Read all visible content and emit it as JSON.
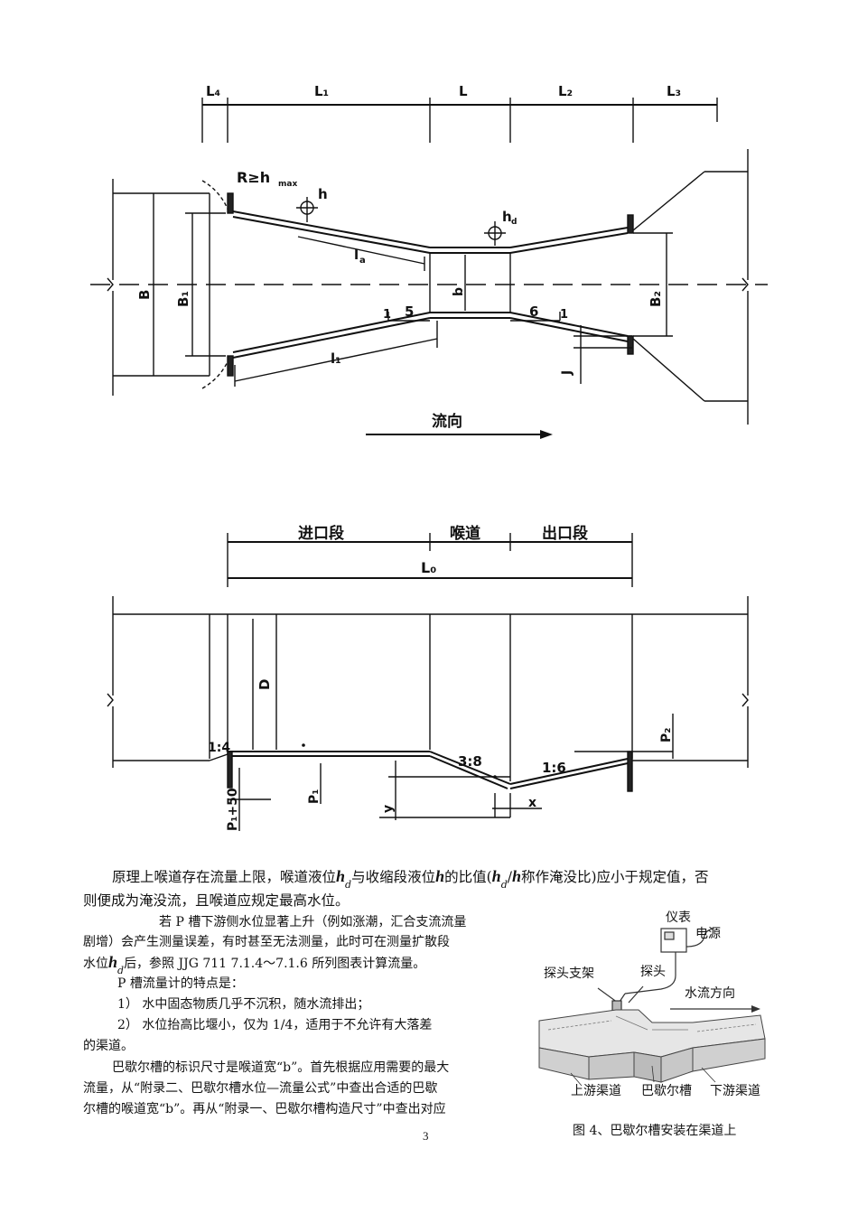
{
  "top_drawing": {
    "dims": {
      "l4": "L₄",
      "l1": "L₁",
      "l": "L",
      "l2": "L₂",
      "l3": "L₃"
    },
    "radius_label": "R≥h",
    "radius_sub": "max",
    "h_label": "h",
    "hd_label": "h",
    "hd_sub": "d",
    "la_label": "l",
    "la_sub": "a",
    "b_label": "B",
    "b1_label": "B₁",
    "b2_label": "B₂",
    "throat_label": "b",
    "slope_in_1": "1",
    "slope_in_5": "5",
    "slope_out_6": "6",
    "slope_out_1": "1",
    "l1_lower": "l₁",
    "j_label": "J",
    "flow_label": "流向"
  },
  "bottom_drawing": {
    "seg_in": "进口段",
    "seg_throat": "喉道",
    "seg_out": "出口段",
    "l0_label": "L₀",
    "d_label": "D",
    "p2_label": "P₂",
    "slope_14": "1:4",
    "slope_38": "3:8",
    "slope_16": "1:6",
    "p1_label": "P₁",
    "y_label": "y",
    "x_label": "x",
    "p150_label": "P₁+50"
  },
  "text": {
    "p1_a": "原理上喉道存在流量上限，喉道液位",
    "p1_var_h": "h",
    "p1_sub_d": "d",
    "p1_b": "与收缩段液位",
    "p1_var_h2": "h",
    "p1_c": "的比值(",
    "p1_var_h3": "h",
    "p1_sub_d2": "d",
    "p1_slash": "/",
    "p1_var_h4": "h",
    "p1_d": "称作淹没比)应小于规定值，否",
    "p1_e": "则便成为淹没流，且喉道应规定最高水位。",
    "p2_a": "若 P 槽下游侧水位显著上升（例如涨潮，汇合支流流量",
    "p2_b": "剧增）会产生测量误差，有时甚至无法测量，此时可在测量扩散段",
    "p2_c": "水位",
    "p2_var_h": "h",
    "p2_sub_d": "d",
    "p2_d": "后，参照 JJG 711 7.1.4～7.1.6 所列图表计算流量。",
    "p3": "P 槽流量计的特点是：",
    "li1": "1）  水中固态物质几乎不沉积，随水流排出；",
    "li2": "2）  水位抬高比堰小，仅为 1/4，适用于不允许有大落差",
    "li2b": "的渠道。",
    "p4_a": "巴歇尔槽的标识尺寸是喉道宽“b”。首先根据应用需要的最大",
    "p4_b": "流量，从“附录二、巴歇尔槽水位—流量公式”中查出合适的巴歇",
    "p4_c": "尔槽的喉道宽“b”。再从“附录一、巴歇尔槽构造尺寸”中查出对应"
  },
  "figure4": {
    "meter": "仪表",
    "power": "电源",
    "probe_bracket": "探头支架",
    "probe": "探头",
    "flow_dir": "水流方向",
    "upstream": "上游渠道",
    "flume": "巴歇尔槽",
    "downstream": "下游渠道",
    "caption": "图 4、巴歇尔槽安装在渠道上"
  },
  "page_number": "3"
}
